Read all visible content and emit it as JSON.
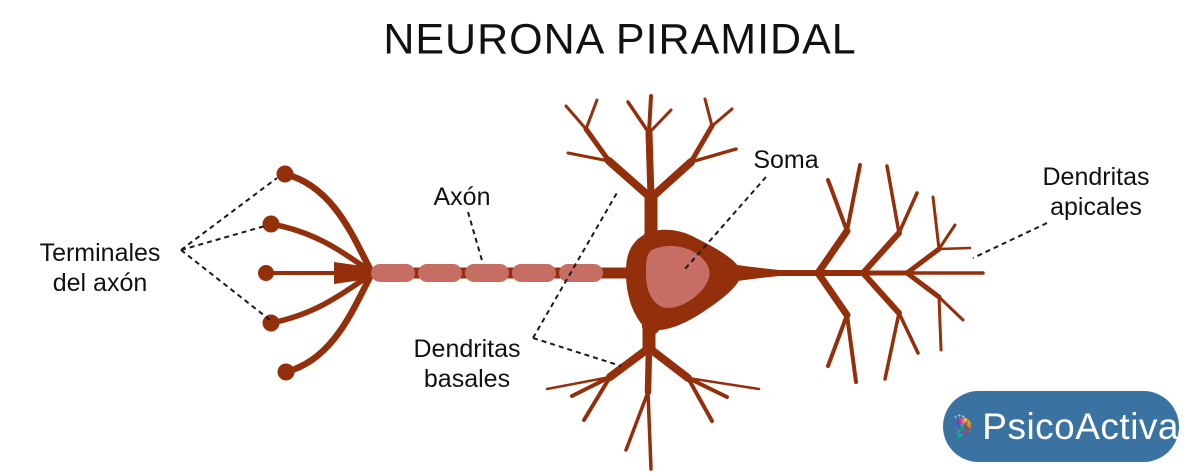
{
  "title": "NEURONA PIRAMIDAL",
  "labels": {
    "axon_terminals": {
      "line1": "Terminales",
      "line2": "del axón"
    },
    "axon": "Axón",
    "soma": "Soma",
    "basal_dendrites": {
      "line1": "Dendritas",
      "line2": "basales"
    },
    "apical_dendrites": {
      "line1": "Dendritas",
      "line2": "apicales"
    }
  },
  "logo": {
    "name": "PsicoActiva"
  },
  "colors": {
    "background": "#ffffff",
    "neuron_dark": "#942f0c",
    "neuron_light": "#c66e64",
    "label_text": "#111111",
    "pointer_line": "#1a1a1a",
    "logo_bg": "#3a72a1",
    "logo_text": "#ffffff"
  }
}
